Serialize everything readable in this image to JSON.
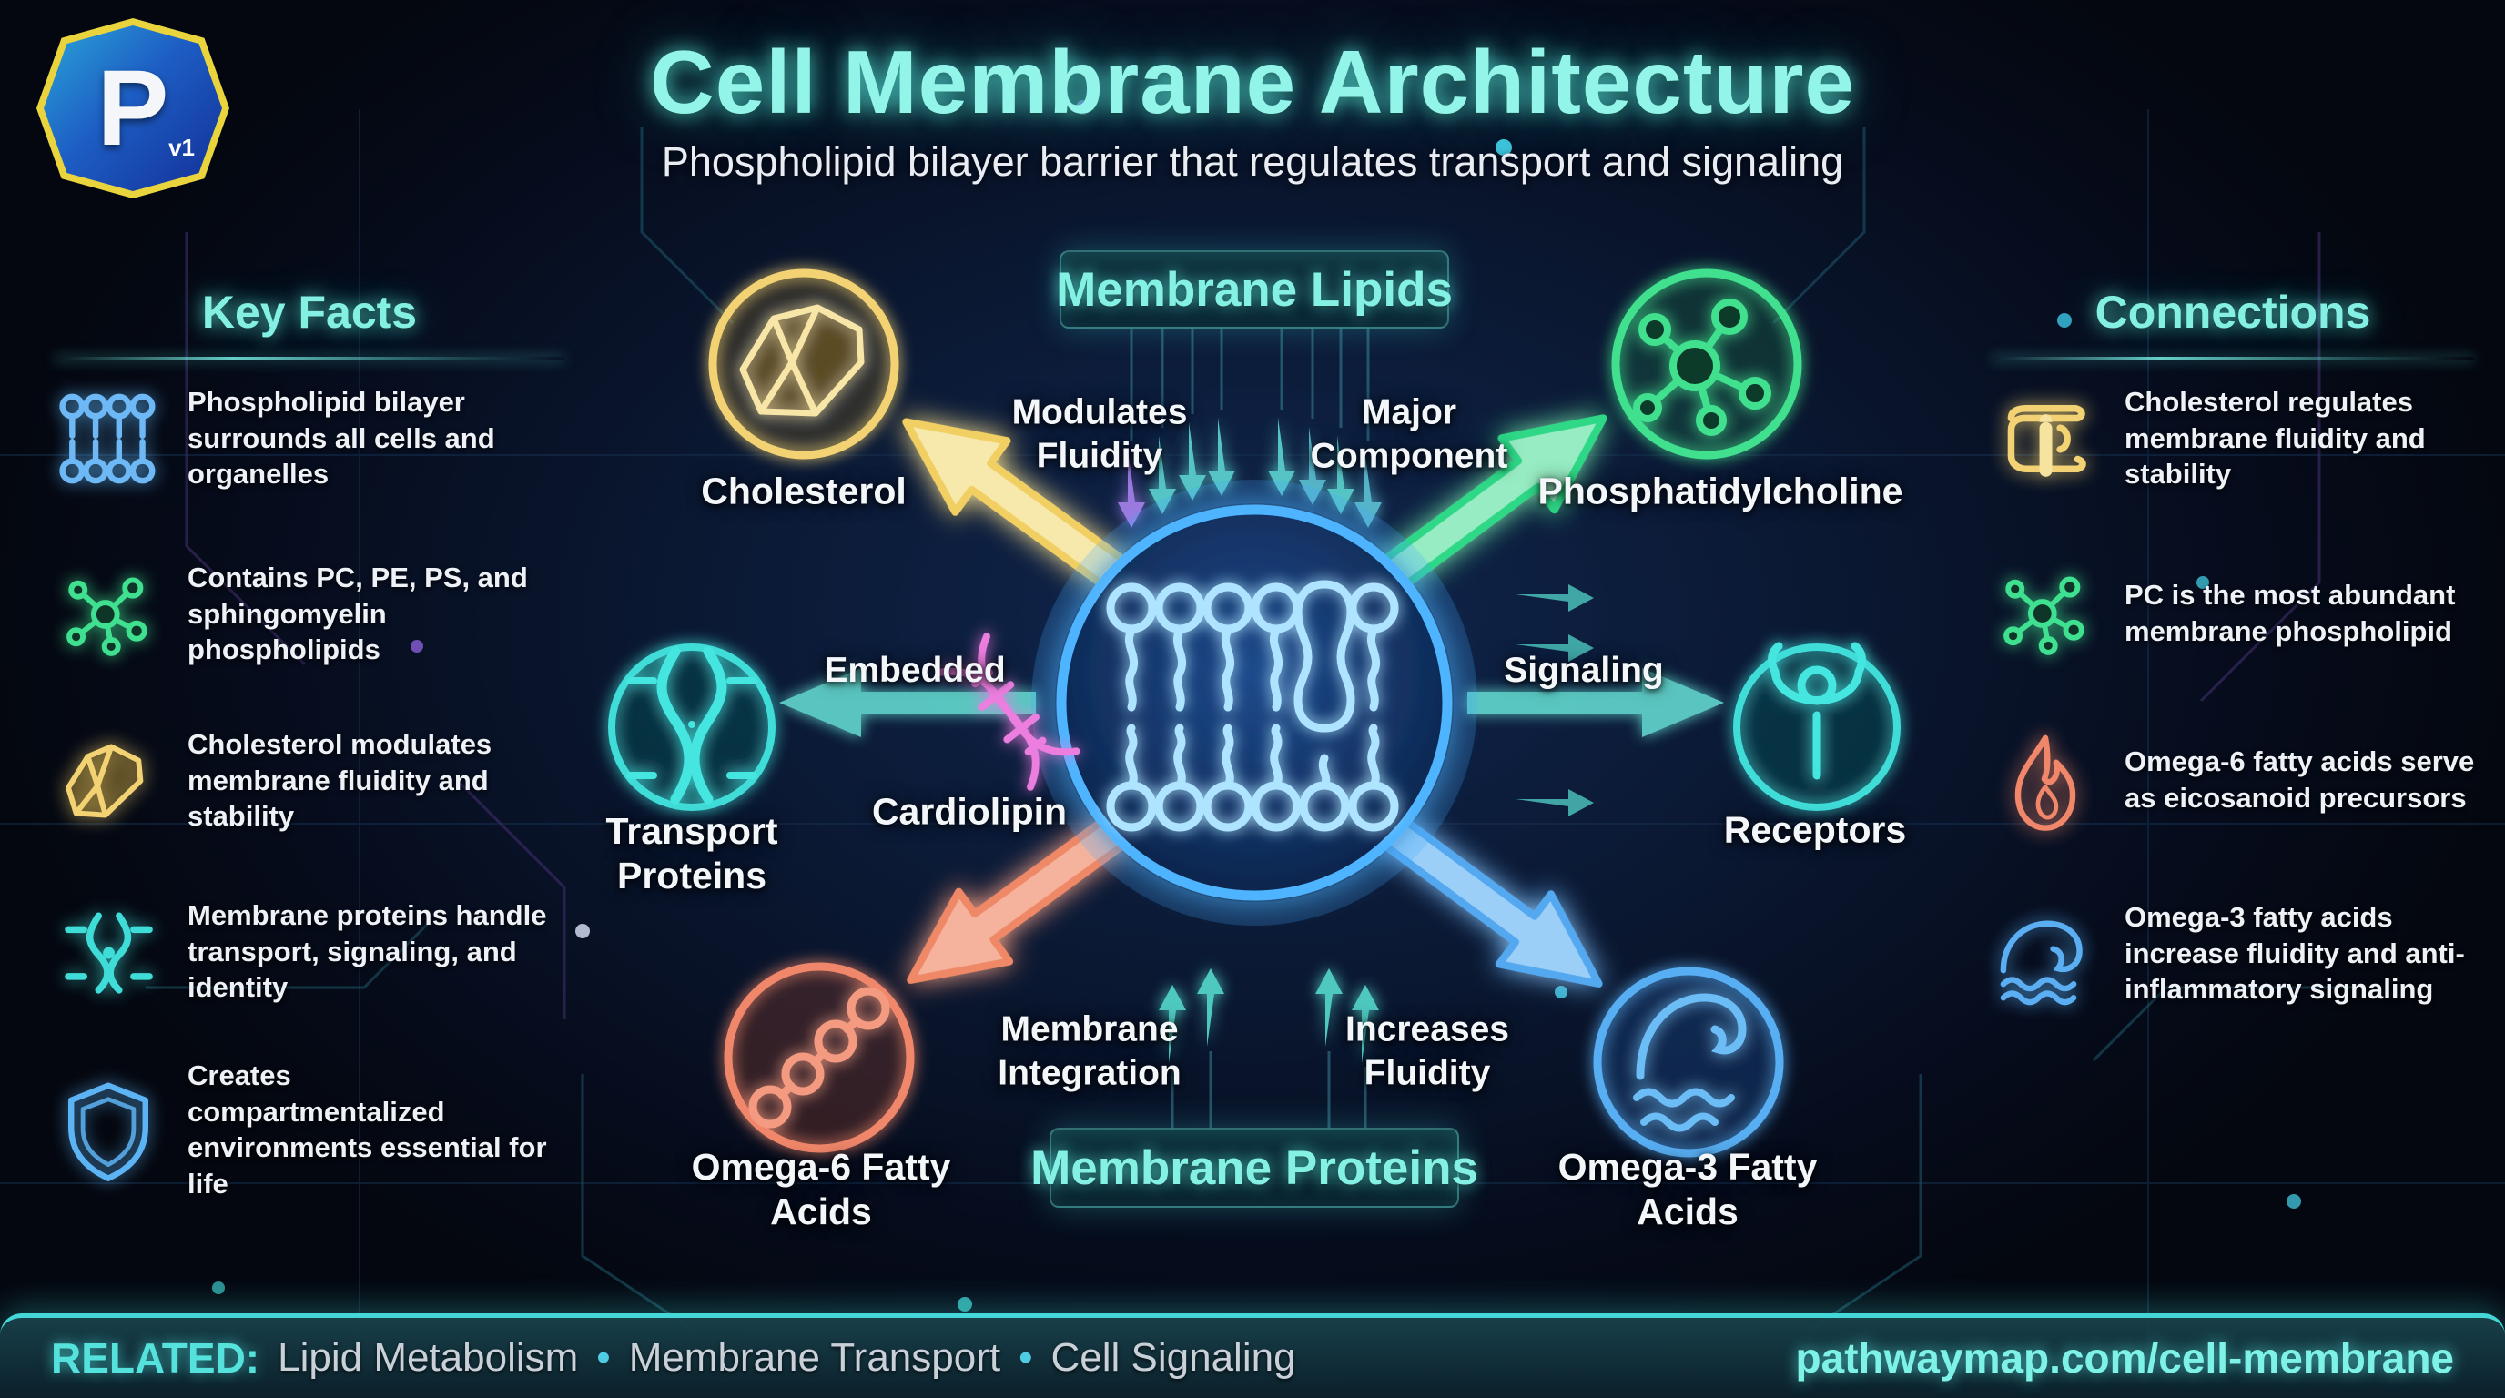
{
  "logo": {
    "letter": "P",
    "version": "v1"
  },
  "header": {
    "title": "Cell Membrane Architecture",
    "subtitle": "Phospholipid bilayer barrier that regulates transport and signaling"
  },
  "key_facts": {
    "title": "Key Facts",
    "items": [
      {
        "icon": "bilayer-icon",
        "color": "#5db4f5",
        "text": "Phospholipid bilayer surrounds all cells and organelles"
      },
      {
        "icon": "molecule-icon",
        "color": "#3fe08f",
        "text": "Contains PC, PE, PS, and sphingomyelin phospholipids"
      },
      {
        "icon": "crystal-icon",
        "color": "#f2d272",
        "text": "Cholesterol modulates membrane fluidity and stability"
      },
      {
        "icon": "channel-icon",
        "color": "#40dcd8",
        "text": "Membrane proteins handle transport, signaling, and identity"
      },
      {
        "icon": "shield-icon",
        "color": "#5db4f5",
        "text": "Creates compartmentalized environments essential for life"
      }
    ]
  },
  "connections": {
    "title": "Connections",
    "items": [
      {
        "icon": "book-pin-icon",
        "color": "#f2d272",
        "text": "Cholesterol regulates membrane fluidity and stability"
      },
      {
        "icon": "molecule-icon",
        "color": "#3fe08f",
        "text": "PC is the most abundant membrane phospholipid"
      },
      {
        "icon": "flame-icon",
        "color": "#f0876a",
        "text": "Omega-6 fatty acids serve as eicosanoid precursors"
      },
      {
        "icon": "wave-icon",
        "color": "#58aef2",
        "text": "Omega-3 fatty acids increase fluidity and anti-inflammatory signaling"
      }
    ]
  },
  "diagram": {
    "hub_icon": "phospholipid-bilayer-icon",
    "top_label": "Membrane Lipids",
    "bottom_label": "Membrane Proteins",
    "nodes": [
      {
        "id": "cholesterol",
        "label": "Cholesterol",
        "icon": "crystal-icon",
        "color": "#f2d272",
        "edge_label": "Modulates Fluidity"
      },
      {
        "id": "phosphatidylcholine",
        "label": "Phosphatidylcholine",
        "icon": "molecule-icon",
        "color": "#3fe08f",
        "edge_label": "Major Component"
      },
      {
        "id": "transport-proteins",
        "label": "Transport Proteins",
        "icon": "channel-icon",
        "color": "#40dcd8",
        "edge_label": "Embedded"
      },
      {
        "id": "cardiolipin",
        "label": "Cardiolipin",
        "icon": "dna-icon",
        "color": "#ec7ee0",
        "edge_label": ""
      },
      {
        "id": "receptors",
        "label": "Receptors",
        "icon": "receptor-icon",
        "color": "#40dcd8",
        "edge_label": "Signaling"
      },
      {
        "id": "omega6",
        "label": "Omega-6 Fatty Acids",
        "icon": "chain-icon",
        "color": "#f0876a",
        "edge_label": "Membrane Integration"
      },
      {
        "id": "omega3",
        "label": "Omega-3 Fatty Acids",
        "icon": "wave-icon",
        "color": "#58aef2",
        "edge_label": "Increases Fluidity"
      }
    ]
  },
  "footer": {
    "related_label": "RELATED:",
    "related_items": [
      "Lipid Metabolism",
      "Membrane Transport",
      "Cell Signaling"
    ],
    "separator": "•",
    "url": "pathwaymap.com/cell-membrane"
  }
}
